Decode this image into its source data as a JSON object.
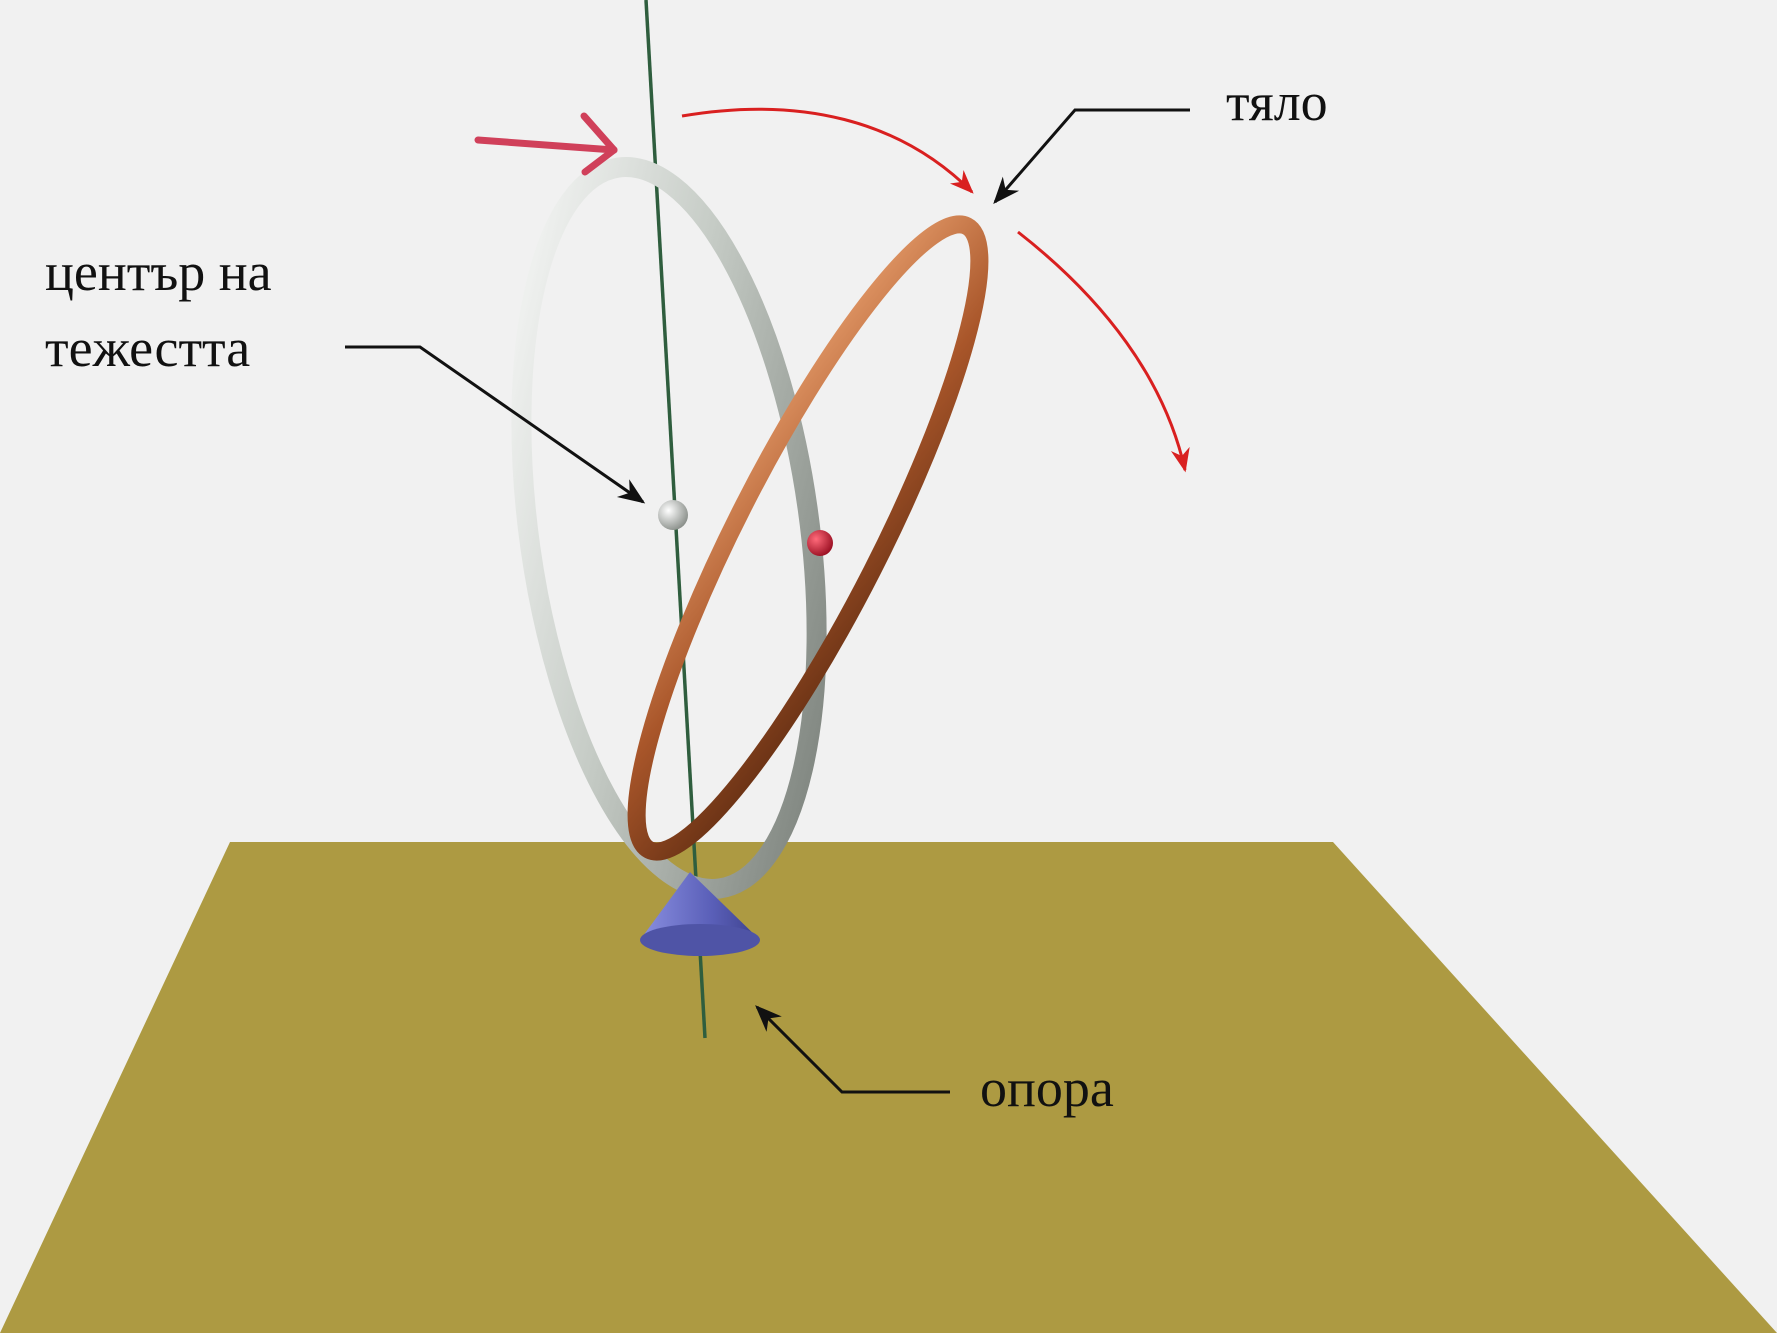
{
  "labels": {
    "center_line1": "център на",
    "center_line2": "тежестта",
    "body": "тяло",
    "support": "опора"
  },
  "colors": {
    "background": "#f1f1f1",
    "floor": "#ad9a42",
    "ring_silver": "#c9cfc9",
    "ring_copper": "#a9562a",
    "axis": "#2f5e3e",
    "cone": "#6e73c4",
    "motion_arrow": "#d92020",
    "force_arrow": "#d0405a",
    "pointer": "#111111"
  }
}
